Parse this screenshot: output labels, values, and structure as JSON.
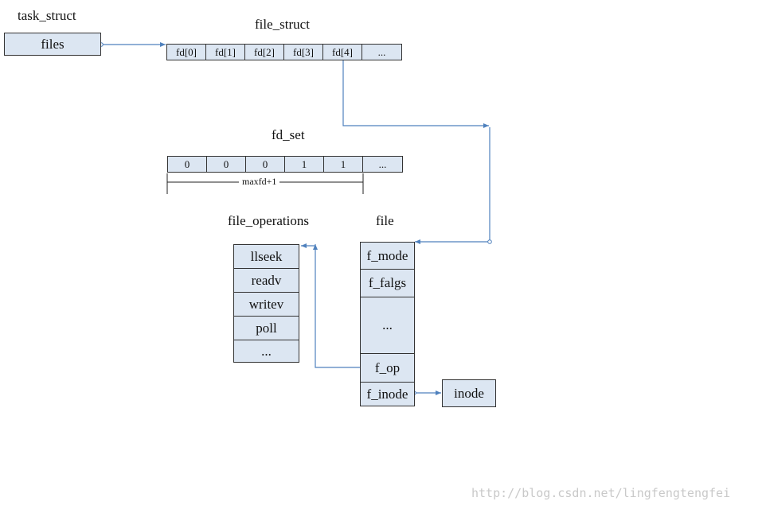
{
  "task_struct": {
    "title": "task_struct",
    "field": "files"
  },
  "file_struct": {
    "title": "file_struct",
    "cells": [
      "fd[0]",
      "fd[1]",
      "fd[2]",
      "fd[3]",
      "fd[4]",
      "..."
    ]
  },
  "fd_set": {
    "title": "fd_set",
    "cells": [
      "0",
      "0",
      "0",
      "1",
      "1",
      "..."
    ],
    "span_label": "maxfd+1"
  },
  "file_operations": {
    "title": "file_operations",
    "items": [
      "llseek",
      "readv",
      "writev",
      "poll",
      "..."
    ]
  },
  "file": {
    "title": "file",
    "items": [
      "f_mode",
      "f_falgs",
      "...",
      "f_op",
      "f_inode"
    ]
  },
  "inode": {
    "label": "inode"
  },
  "watermark": "http://blog.csdn.net/lingfengtengfei",
  "colors": {
    "box_fill": "#dce6f2",
    "connector": "#4f81bd",
    "border": "#333333"
  }
}
